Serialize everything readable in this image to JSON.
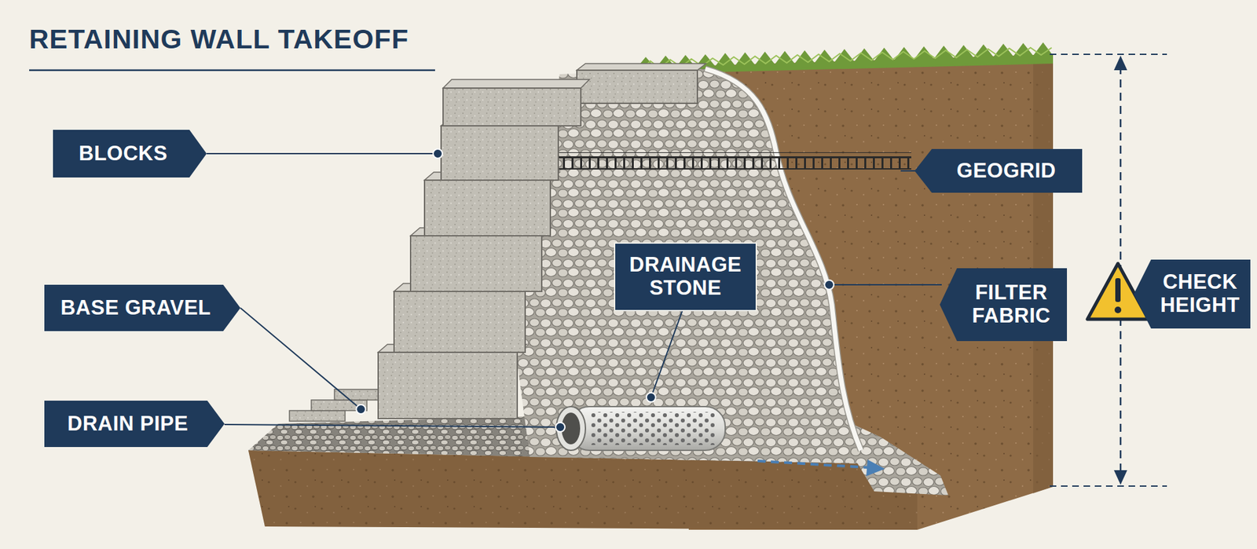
{
  "diagram": {
    "title": "RETAINING WALL TAKEOFF",
    "nodes": [
      {
        "text": [
          "BLOCKS"
        ]
      },
      {
        "text": [
          "BASE GRAVEL"
        ]
      },
      {
        "text": [
          "DRAIN PIPE"
        ]
      },
      {
        "text": [
          "DRAINAGE STONE"
        ]
      },
      {
        "text": [
          "GEOGRID"
        ]
      },
      {
        "text": [
          "FILTER FABRIC"
        ]
      },
      {
        "text": [
          "CHECK HEIGHT"
        ]
      }
    ]
  }
}
